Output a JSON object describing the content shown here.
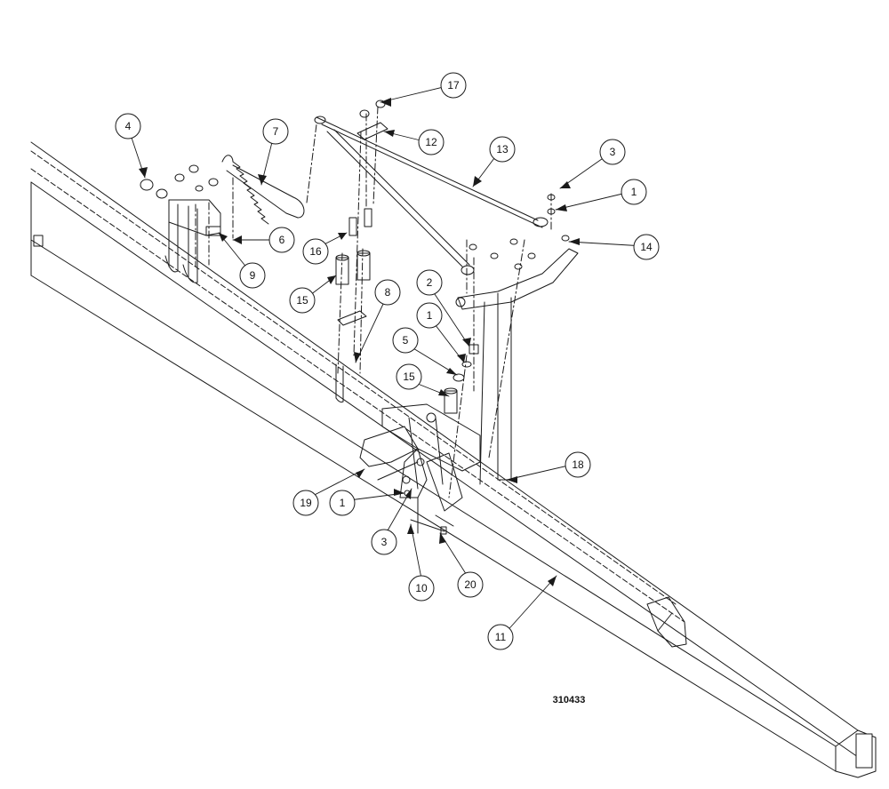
{
  "figure_number": "310433",
  "callouts": [
    "1",
    "1",
    "1",
    "2",
    "3",
    "3",
    "4",
    "5",
    "6",
    "7",
    "8",
    "9",
    "10",
    "11",
    "12",
    "13",
    "14",
    "15",
    "15",
    "16",
    "17",
    "18",
    "19",
    "20"
  ],
  "colors": {
    "ink": "#1a1a1a",
    "paper": "#ffffff"
  }
}
